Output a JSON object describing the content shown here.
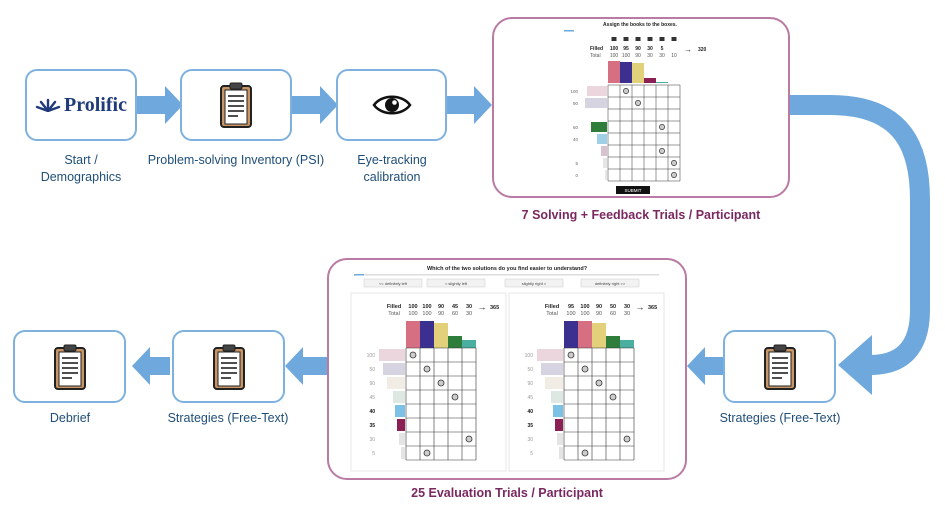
{
  "steps": {
    "start": {
      "label_line1": "Start /",
      "label_line2": "Demographics",
      "logo_text": "Prolific"
    },
    "psi": {
      "label": "Problem-solving Inventory (PSI)",
      "icon": "clipboard-icon"
    },
    "eyetracking": {
      "label_line1": "Eye-tracking",
      "label_line2": "calibration",
      "icon": "eye-icon"
    },
    "strategies_right": {
      "label": "Strategies (Free-Text)",
      "icon": "clipboard-icon"
    },
    "strategies_mid": {
      "label": "Strategies (Free-Text)",
      "icon": "clipboard-icon"
    },
    "debrief": {
      "label": "Debrief",
      "icon": "clipboard-icon"
    }
  },
  "solving_panel": {
    "caption": "7 Solving + Feedback Trials / Participant",
    "instruction": "Assign the books to the boxes.",
    "filled_label": "Filled",
    "total_label": "Total",
    "filled": [
      "100",
      "95",
      "90",
      "30",
      "5",
      ""
    ],
    "totals": [
      "100",
      "100",
      "90",
      "30",
      "30",
      "10"
    ],
    "sum": "320",
    "arrow": "→",
    "rows": [
      "100",
      "90",
      "",
      "60",
      "40",
      "",
      "5",
      "0"
    ],
    "submit": "SUBMIT"
  },
  "evaluation_panel": {
    "caption": "25 Evaluation Trials / Participant",
    "question": "Which of the two solutions do you find easier to understand?",
    "scale": [
      "<< definitely left",
      "< slightly left",
      "slightly right >",
      "definitely right >>"
    ],
    "arrow": "→",
    "left": {
      "filled_label": "Filled",
      "total_label": "Total",
      "filled": [
        "100",
        "100",
        "90",
        "45",
        "30"
      ],
      "totals": [
        "100",
        "100",
        "90",
        "60",
        "30"
      ],
      "sum": "365",
      "rows": [
        "100",
        "50",
        "90",
        "45",
        "40",
        "35",
        "30",
        "5"
      ]
    },
    "right": {
      "filled_label": "Filled",
      "total_label": "Total",
      "filled": [
        "95",
        "100",
        "90",
        "50",
        "30"
      ],
      "totals": [
        "100",
        "100",
        "90",
        "60",
        "30"
      ],
      "sum": "365",
      "rows": [
        "100",
        "50",
        "90",
        "45",
        "40",
        "35",
        "30",
        "5"
      ]
    }
  },
  "colors": {
    "arrow": "#6fa8dc",
    "step_border": "#7fb1de",
    "label": "#1f4e79",
    "panel_border": "#b97aa3",
    "caption": "#7a2860",
    "prolific": "#1f3b7a",
    "bar_colors": [
      "#d66f82",
      "#3b2f8f",
      "#e3d07a",
      "#8b2055",
      "#2e7d3b",
      "#4aaea0"
    ]
  }
}
